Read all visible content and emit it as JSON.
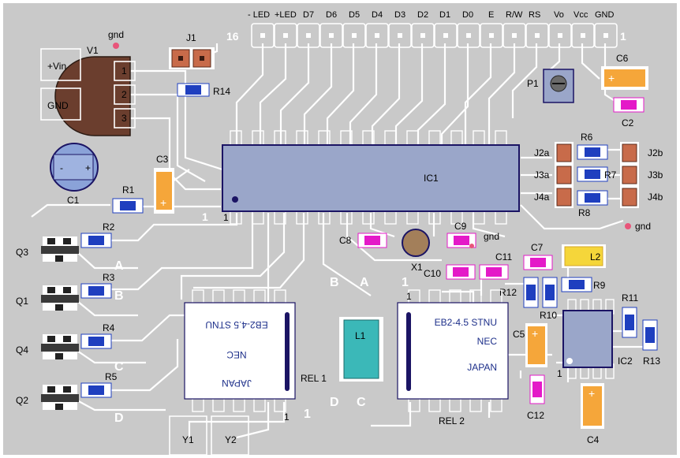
{
  "colors": {
    "board": "#c9c9c9",
    "trace": "#ffffff",
    "ic_body": "#9aa6c9",
    "ic_border": "#1b1464",
    "resistor_blue": "#1f3fbf",
    "cap_magenta": "#e419c8",
    "cap_orange": "#f5a63a",
    "jumper_brown": "#c86b4a",
    "relay_body": "#ffffff",
    "inductor_teal": "#3bb8b8",
    "inductor_yellow": "#f5d63a",
    "gnd_dot": "#e8557a"
  },
  "lcd_header": {
    "labels": [
      "- LED",
      "+LED",
      "D7",
      "D6",
      "D5",
      "D4",
      "D3",
      "D2",
      "D1",
      "D0",
      "E",
      "R/W",
      "RS",
      "Vo",
      "Vcc",
      "GND"
    ],
    "pin16": "16",
    "pin1": "1"
  },
  "regulator": {
    "ref": "V1",
    "vin": "+Vin",
    "gnd": "GND",
    "pins": [
      "1",
      "2",
      "3"
    ]
  },
  "gnd_label": "gnd",
  "jumper_j1": "J1",
  "components": {
    "r14": "R14",
    "c1": "C1",
    "c1_minus": "-",
    "c1_plus": "+",
    "c3": "C3",
    "r1": "R1",
    "ic1": "IC1",
    "ic1_pin1": "1",
    "p1": "P1",
    "c6": "C6",
    "c2": "C2",
    "j2a": "J2a",
    "j3a": "J3a",
    "j4a": "J4a",
    "j2b": "J2b",
    "j3b": "J3b",
    "j4b": "J4b",
    "r6": "R6",
    "r7": "R7",
    "r8": "R8",
    "c8": "C8",
    "x1": "X1",
    "c9": "C9",
    "c7": "C7",
    "c11": "C11",
    "c10": "C10",
    "l2": "L2",
    "r12": "R12",
    "r9": "R9",
    "r10": "R10",
    "r11": "R11",
    "r13": "R13",
    "ic2": "IC2",
    "ic2_pin1": "1",
    "c5": "C5",
    "c12": "C12",
    "c4": "C4",
    "l1": "L1",
    "r2": "R2",
    "r3": "R3",
    "r4": "R4",
    "r5": "R5",
    "q3": "Q3",
    "q1": "Q1",
    "q4": "Q4",
    "q2": "Q2",
    "y1": "Y1",
    "y2": "Y2"
  },
  "relay1": {
    "ref": "REL 1",
    "line1": "JAPAN",
    "line2": "NEC",
    "line3": "EB2-4.5 STNU",
    "pin1": "1"
  },
  "relay2": {
    "ref": "REL 2",
    "line1": "EB2-4.5 STNU",
    "line2": "NEC",
    "line3": "JAPAN",
    "pin1": "1"
  },
  "connector_letters": {
    "a": "A",
    "b": "B",
    "c": "C",
    "d": "D"
  },
  "pin_one": "1"
}
